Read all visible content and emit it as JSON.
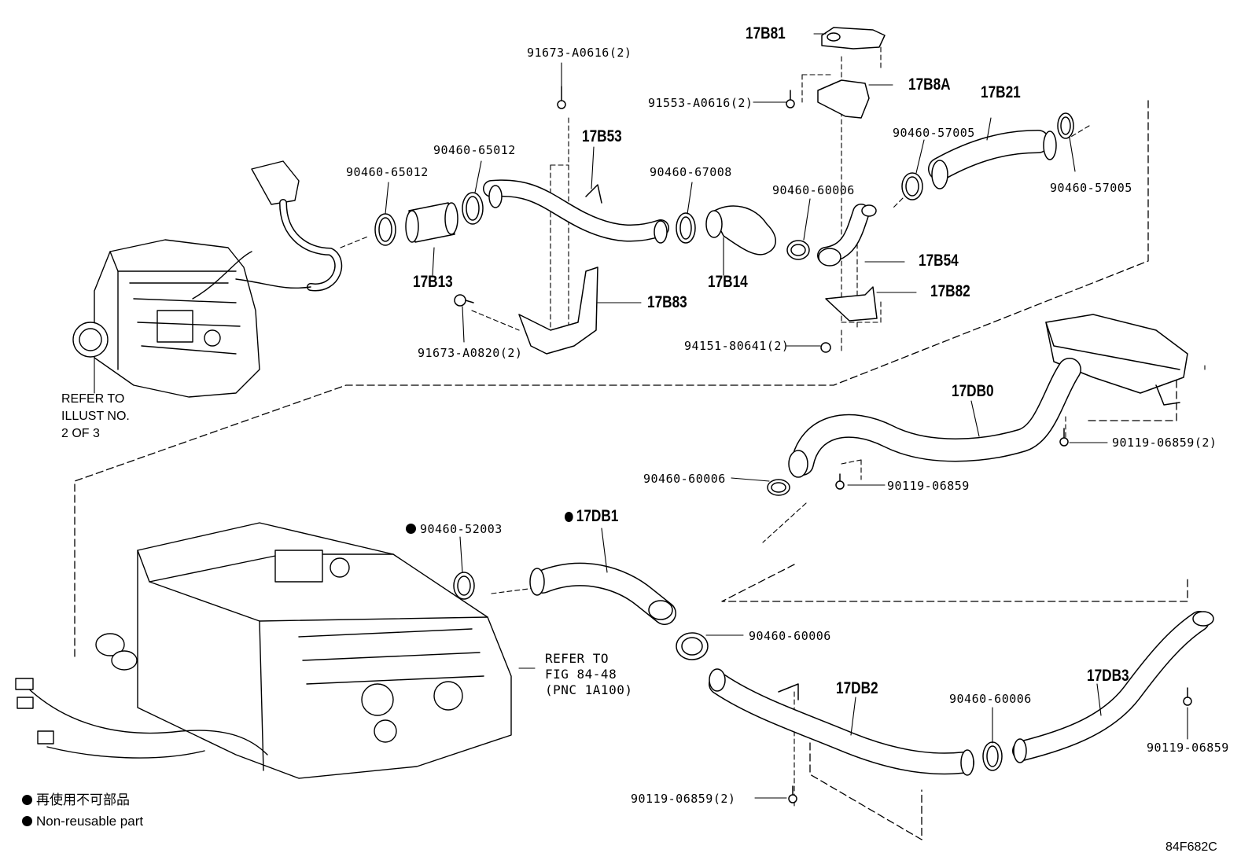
{
  "diagram_code": "84F682C",
  "legend": {
    "jp": "再使用不可部品",
    "en": "Non-reusable part"
  },
  "notes": {
    "refer_left": [
      "REFER TO",
      "ILLUST NO.",
      "2 OF 3"
    ],
    "refer_right": [
      "REFER TO",
      "FIG 84-48",
      "(PNC 1A100)"
    ]
  },
  "parts": {
    "p17B81": "17B81",
    "p17B8A": "17B8A",
    "p17B21": "17B21",
    "p17B53": "17B53",
    "p17B13": "17B13",
    "p17B14": "17B14",
    "p17B54": "17B54",
    "p17B82": "17B82",
    "p17B83": "17B83",
    "p17DB0": "17DB0",
    "p17DB1": "17DB1",
    "p17DB2": "17DB2",
    "p17DB3": "17DB3",
    "n91673_A0616": "91673-A0616(2)",
    "n91553_A0616": "91553-A0616(2)",
    "n90460_57005_a": "90460-57005",
    "n90460_57005_b": "90460-57005",
    "n90460_65012_a": "90460-65012",
    "n90460_65012_b": "90460-65012",
    "n90460_67008": "90460-67008",
    "n90460_60006_a": "90460-60006",
    "n91673_A0820": "91673-A0820(2)",
    "n94151_80641": "94151-80641(2)",
    "n90119_06859_2a": "90119-06859(2)",
    "n90460_60006_b": "90460-60006",
    "n90119_06859_a": "90119-06859",
    "n90460_52003": "90460-52003",
    "n90460_60006_c": "90460-60006",
    "n90460_60006_d": "90460-60006",
    "n90119_06859_2b": "90119-06859(2)",
    "n90119_06859_b": "90119-06859"
  }
}
